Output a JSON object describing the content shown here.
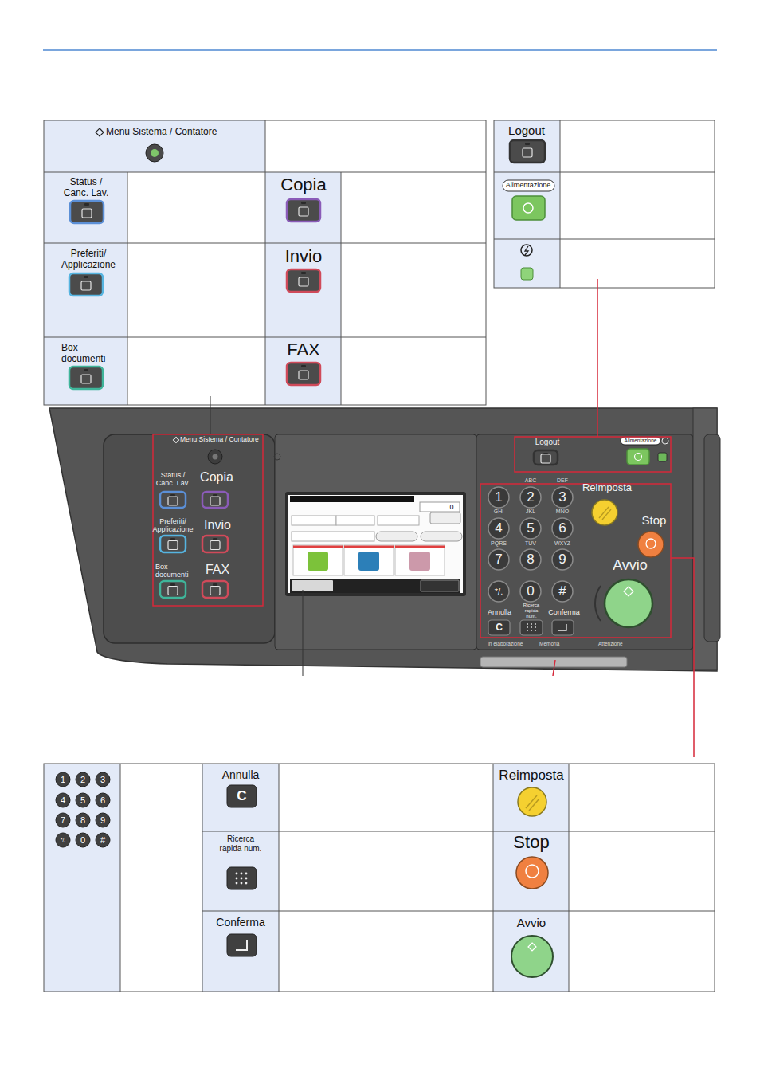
{
  "diagram": {
    "labels": [
      "Menu Sistema / Contatore",
      "Status / Canc. Lav.",
      "Copia",
      "Preferiti/ Applicazione",
      "Invio",
      "Box documenti",
      "FAX",
      "Logout",
      "Alimentazione",
      "Menu Sistema / Contatore",
      "Status / Canc. Lav.",
      "Copia",
      "Preferiti/ Applicazione",
      "Invio",
      "Box documenti",
      "FAX",
      "0",
      "Logout",
      "Alimentazione",
      "Reimposta",
      "Stop",
      "Avvio",
      "ABC",
      "DEF",
      "1",
      "2",
      "3",
      "GHI",
      "JKL",
      "MNO",
      "4",
      "5",
      "6",
      "PQRS",
      "TUV",
      "WXYZ",
      "7",
      "8",
      "9",
      "*/.",
      "0",
      "#",
      "Annulla",
      "C",
      "Ricerca rapida num.",
      "Conferma",
      "In elaborazione",
      "Memoria",
      "Attenzione",
      "1",
      "2",
      "3",
      "4",
      "5",
      "6",
      "7",
      "8",
      "9",
      "*/.",
      "0",
      "#",
      "Annulla",
      "C",
      "Ricerca rapida num.",
      "Conferma",
      "Reimposta",
      "Stop",
      "Avvio"
    ]
  }
}
